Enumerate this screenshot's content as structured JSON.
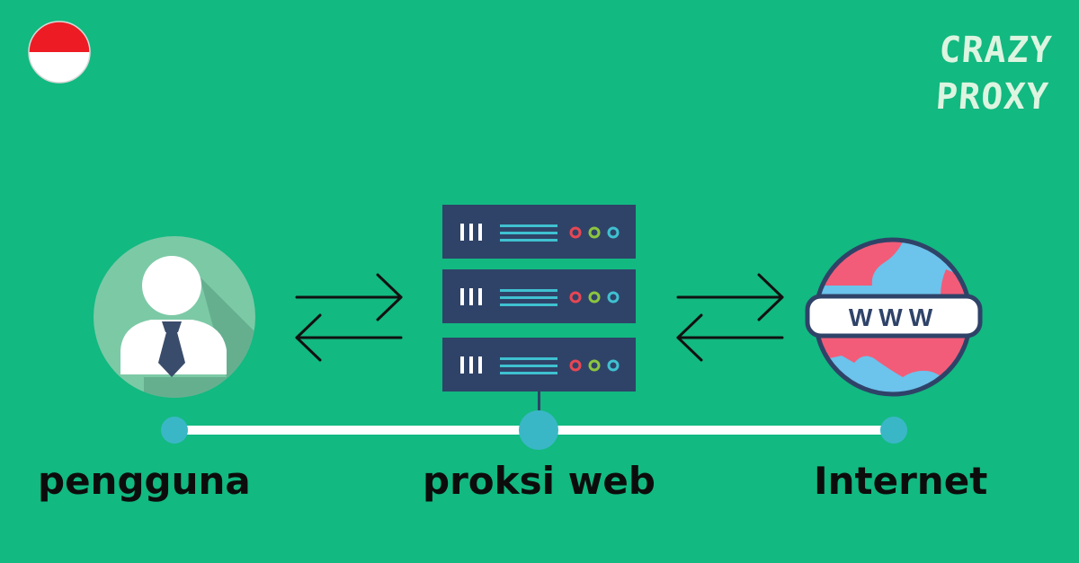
{
  "brand": {
    "logo_text": "CRAZY PROXY"
  },
  "flag": {
    "icon": "indonesia-flag-icon",
    "colors": [
      "#ed1c24",
      "#ffffff"
    ]
  },
  "nodes": {
    "user": {
      "label": "pengguna",
      "icon": "user-avatar-icon"
    },
    "proxy": {
      "label": "proksi web",
      "icon": "server-rack-icon"
    },
    "internet": {
      "label": "Internet",
      "icon": "globe-www-icon",
      "badge_text": "WWW"
    }
  },
  "colors": {
    "background": "#12b981",
    "server": "#2f4368",
    "server_lines": "#3fc1d1",
    "led_red": "#e94653",
    "led_green": "#8cc63f",
    "led_cyan": "#3fc1d1",
    "timeline_dot": "#3ab7c6",
    "globe_land": "#f25c78",
    "globe_water": "#6cc3ec",
    "avatar_circle": "#7cc9a6"
  }
}
